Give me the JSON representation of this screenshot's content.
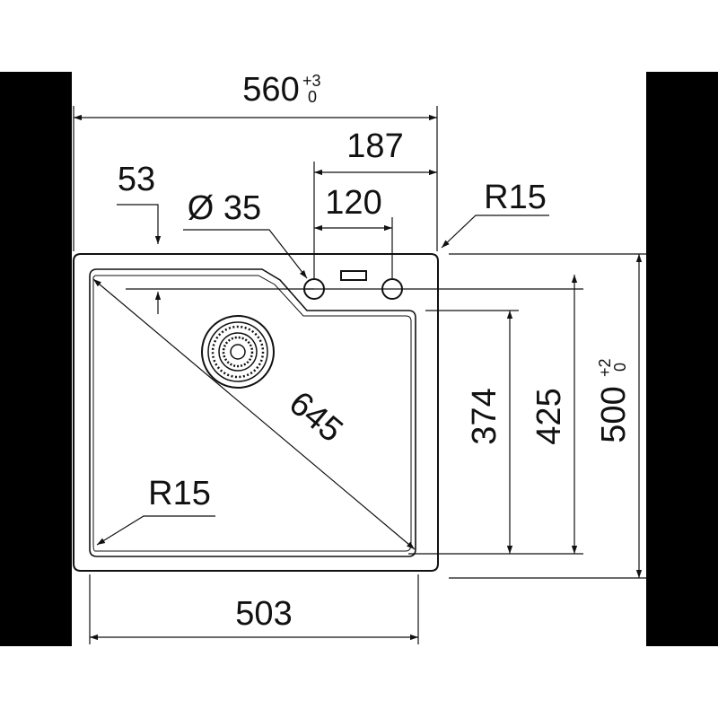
{
  "colors": {
    "line": "#111111",
    "background": "#ffffff",
    "side_bars": "#000000"
  },
  "dimensions": {
    "overall_width": "560",
    "overall_width_tol_upper": "+3",
    "overall_width_tol_lower": "0",
    "tap_offset": "187",
    "tap_spacing": "120",
    "back_edge": "53",
    "tap_hole": "Ø 35",
    "corner_radius_outer": "R15",
    "diagonal": "645",
    "corner_radius_inner": "R15",
    "bowl_width": "503",
    "bowl_depth": "374",
    "inner_depth": "425",
    "overall_depth": "500",
    "overall_depth_tol_upper": "+2",
    "overall_depth_tol_lower": "0"
  }
}
